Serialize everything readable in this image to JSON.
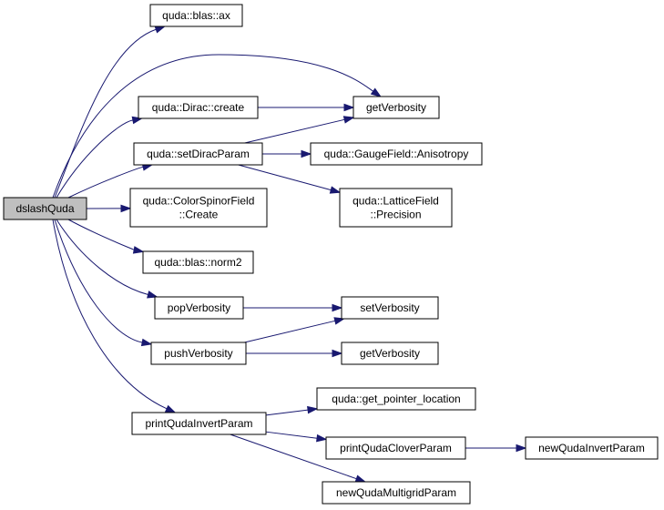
{
  "nodes": [
    {
      "id": "dslashQuda",
      "lines": [
        "dslashQuda"
      ]
    },
    {
      "id": "blas_ax",
      "lines": [
        "quda::blas::ax"
      ]
    },
    {
      "id": "dirac_create",
      "lines": [
        "quda::Dirac::create"
      ]
    },
    {
      "id": "getVerbosity_top",
      "lines": [
        "getVerbosity"
      ]
    },
    {
      "id": "setDiracParam",
      "lines": [
        "quda::setDiracParam"
      ]
    },
    {
      "id": "anisotropy",
      "lines": [
        "quda::GaugeField::Anisotropy"
      ]
    },
    {
      "id": "csf_create",
      "lines": [
        "quda::ColorSpinorField",
        "::Create"
      ]
    },
    {
      "id": "lf_precision",
      "lines": [
        "quda::LatticeField",
        "::Precision"
      ]
    },
    {
      "id": "norm2",
      "lines": [
        "quda::blas::norm2"
      ]
    },
    {
      "id": "popVerbosity",
      "lines": [
        "popVerbosity"
      ]
    },
    {
      "id": "setVerbosity",
      "lines": [
        "setVerbosity"
      ]
    },
    {
      "id": "pushVerbosity",
      "lines": [
        "pushVerbosity"
      ]
    },
    {
      "id": "getVerbosity_bottom",
      "lines": [
        "getVerbosity"
      ]
    },
    {
      "id": "printQudaInvertParam",
      "lines": [
        "printQudaInvertParam"
      ]
    },
    {
      "id": "get_pointer_location",
      "lines": [
        "quda::get_pointer_location"
      ]
    },
    {
      "id": "printQudaCloverParam",
      "lines": [
        "printQudaCloverParam"
      ]
    },
    {
      "id": "newQudaInvertParam",
      "lines": [
        "newQudaInvertParam"
      ]
    },
    {
      "id": "newQudaMultigridParam",
      "lines": [
        "newQudaMultigridParam"
      ]
    }
  ],
  "edges": [
    [
      "dslashQuda",
      "blas_ax"
    ],
    [
      "dslashQuda",
      "getVerbosity_top"
    ],
    [
      "dslashQuda",
      "dirac_create"
    ],
    [
      "dslashQuda",
      "setDiracParam"
    ],
    [
      "dslashQuda",
      "csf_create"
    ],
    [
      "dslashQuda",
      "norm2"
    ],
    [
      "dslashQuda",
      "popVerbosity"
    ],
    [
      "dslashQuda",
      "pushVerbosity"
    ],
    [
      "dslashQuda",
      "printQudaInvertParam"
    ],
    [
      "dirac_create",
      "getVerbosity_top"
    ],
    [
      "setDiracParam",
      "getVerbosity_top"
    ],
    [
      "setDiracParam",
      "anisotropy"
    ],
    [
      "setDiracParam",
      "lf_precision"
    ],
    [
      "popVerbosity",
      "setVerbosity"
    ],
    [
      "pushVerbosity",
      "setVerbosity"
    ],
    [
      "pushVerbosity",
      "getVerbosity_bottom"
    ],
    [
      "printQudaInvertParam",
      "get_pointer_location"
    ],
    [
      "printQudaInvertParam",
      "printQudaCloverParam"
    ],
    [
      "printQudaInvertParam",
      "newQudaMultigridParam"
    ],
    [
      "printQudaCloverParam",
      "newQudaInvertParam"
    ]
  ],
  "colors": {
    "edge": "#191970",
    "root_fill": "#bfbfbf",
    "node_fill": "#ffffff",
    "node_border": "#000000"
  }
}
